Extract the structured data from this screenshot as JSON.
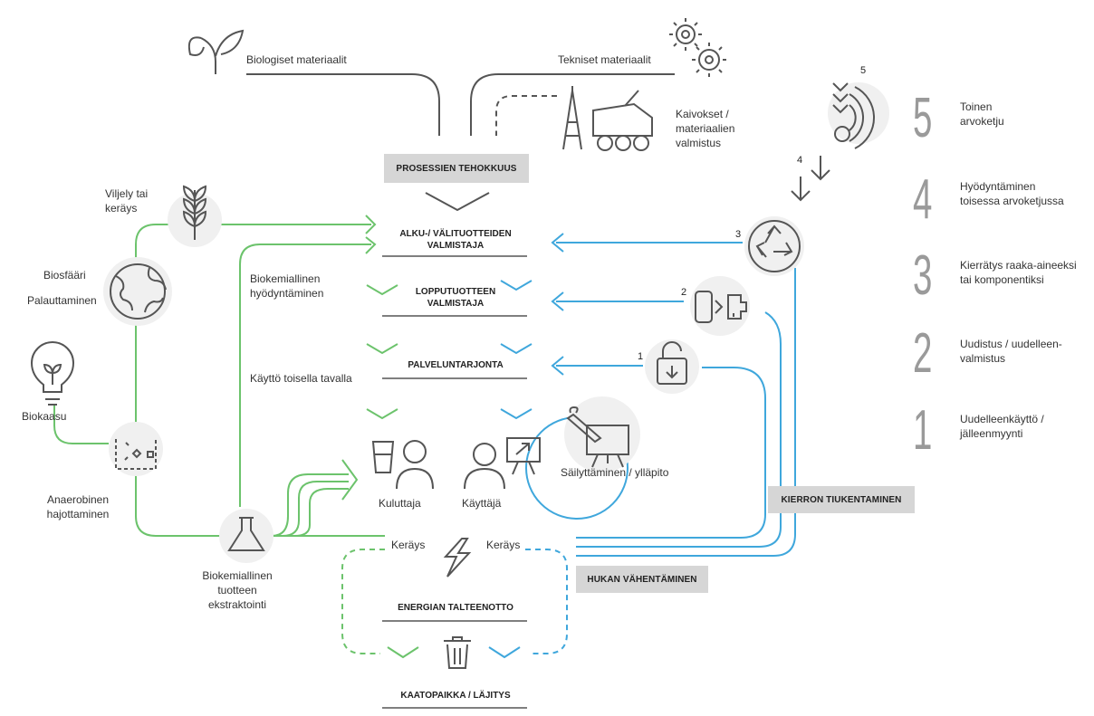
{
  "top": {
    "bio_materials": "Biologiset materiaalit",
    "tech_materials": "Tekniset materiaalit",
    "mining": "Kaivokset /\nmateriaalien\nvalmistus",
    "process_efficiency": "PROSESSIEN TEHOKKUUS"
  },
  "center": {
    "alku": "ALKU-/ VÄLITUOTTEIDEN\nVALMISTAJA",
    "loppu": "LOPPUTUOTTEEN\nVALMISTAJA",
    "palvelu": "PALVELUNTARJONTA",
    "kuluttaja": "Kuluttaja",
    "kayttaja": "Käyttäjä",
    "sailytys": "Säilyttäminen / ylläpito",
    "keraysLeft": "Keräys",
    "keraysRight": "Keräys",
    "energia": "ENERGIAN TALTEENOTTO",
    "kaatopaikka": "KAATOPAIKKA / LÄJITYS"
  },
  "left": {
    "viljely": "Viljely tai\nkeräys",
    "biosfaari": "Biosfääri",
    "palauttaminen": "Palauttaminen",
    "biokemiallinen_hyodyntaminen": "Biokemiallinen\nhyödyntäminen",
    "kaytto_toisella": "Käyttö toisella tavalla",
    "biokaasu": "Biokaasu",
    "anaerobinen": "Anaerobinen\nhajottaminen",
    "uutto": "Biokemiallinen\ntuotteen\nekstraktointi"
  },
  "tags": {
    "kierron": "KIERRON TIUKENTAMINEN",
    "hukan": "HUKAN VÄHENTÄMINEN"
  },
  "loop_numbers": [
    "1",
    "2",
    "3",
    "4",
    "5"
  ],
  "levels": [
    {
      "number": "5",
      "label": "Toinen\narvoketju"
    },
    {
      "number": "4",
      "label": "Hyödyntäminen\ntoisessa arvoketjussa"
    },
    {
      "number": "3",
      "label": "Kierrätys raaka-aineeksi\ntai komponentiksi"
    },
    {
      "number": "2",
      "label": "Uudistus / uudelleen-\nvalmistus"
    },
    {
      "number": "1",
      "label": "Uudelleenkäyttö /\njälleenmyynti"
    }
  ],
  "colors": {
    "green": "#6cc36c",
    "blue": "#3fa7dc",
    "grey_line": "#555555",
    "tag_bg": "#d6d6d6",
    "circle_bg": "#efefef"
  }
}
